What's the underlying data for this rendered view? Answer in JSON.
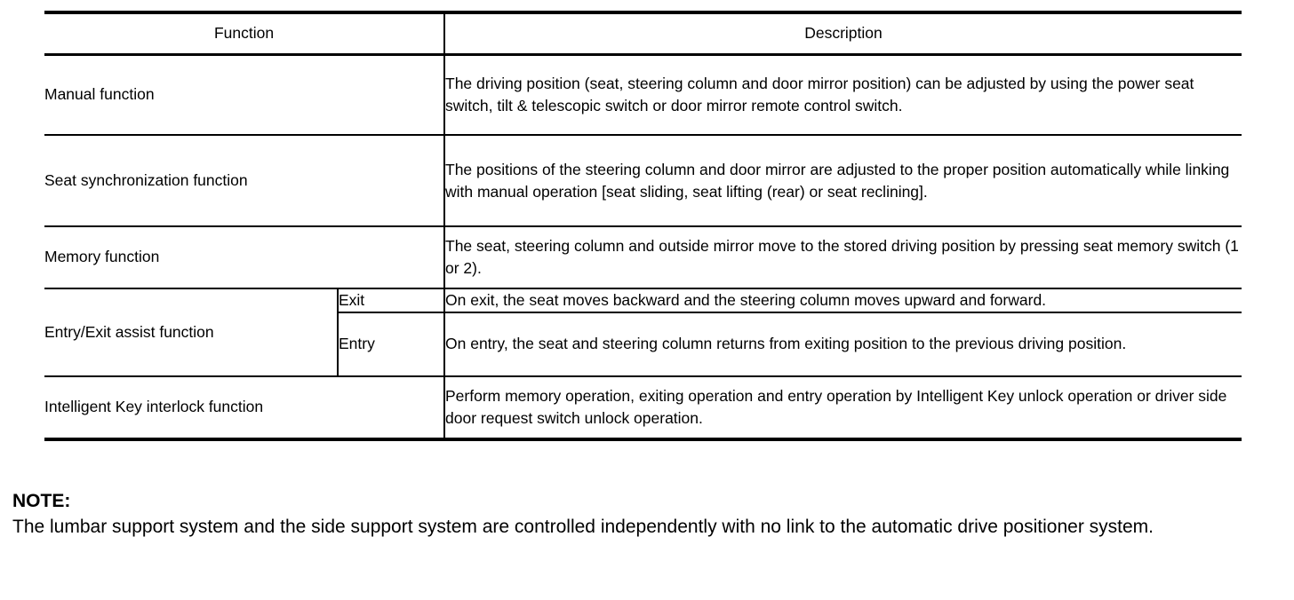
{
  "table": {
    "headers": {
      "function": "Function",
      "description": "Description"
    },
    "rows": [
      {
        "function": "Manual function",
        "sub": null,
        "description": "The driving position (seat, steering column and door mirror position) can be adjusted by using the power seat switch, tilt & telescopic switch or door mirror remote control switch."
      },
      {
        "function": "Seat synchronization function",
        "sub": null,
        "description": "The positions of the steering column and door mirror are adjusted to the proper position automatically while linking with manual operation [seat sliding, seat lifting (rear) or seat reclining]."
      },
      {
        "function": "Memory function",
        "sub": null,
        "description": "The seat, steering column and outside mirror move to the stored driving position by pressing seat memory switch (1 or 2)."
      },
      {
        "function": "Entry/Exit assist function",
        "sub": "Exit",
        "description": "On exit, the seat moves backward and the steering column moves upward and forward."
      },
      {
        "function": null,
        "sub": "Entry",
        "description": "On entry, the seat and steering column returns from exiting position to the previous driving position."
      },
      {
        "function": "Intelligent Key interlock function",
        "sub": null,
        "description": "Perform memory operation, exiting operation and entry operation by Intelligent Key unlock operation or driver side door request switch unlock operation."
      }
    ]
  },
  "note": {
    "label": "NOTE:",
    "text": "The lumbar support system and the side support system are controlled independently with no link to the automatic drive positioner system."
  },
  "colors": {
    "text": "#000000",
    "background": "#ffffff",
    "rule": "#000000"
  }
}
